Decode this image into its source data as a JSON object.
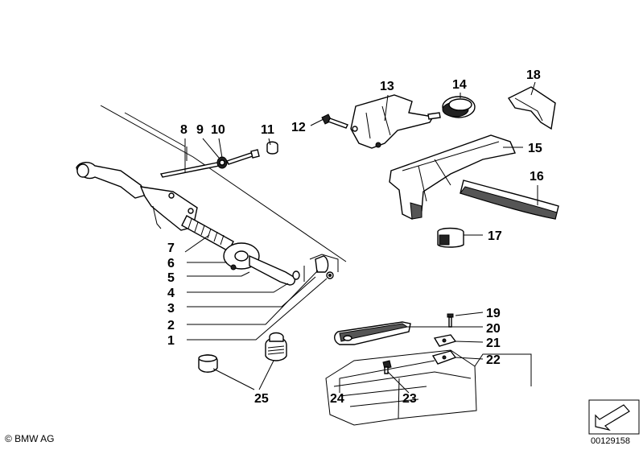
{
  "callouts": {
    "c1": "1",
    "c2": "2",
    "c3": "3",
    "c4": "4",
    "c5": "5",
    "c6": "6",
    "c7": "7",
    "c8": "8",
    "c9": "9",
    "c10": "10",
    "c11": "11",
    "c12": "12",
    "c13": "13",
    "c14": "14",
    "c15": "15",
    "c16": "16",
    "c17": "17",
    "c18": "18",
    "c19": "19",
    "c20": "20",
    "c21": "21",
    "c22": "22",
    "c23": "23",
    "c24": "24",
    "c25": "25"
  },
  "footer": {
    "copyright": "© BMW AG",
    "diagram_number": "00129158"
  }
}
